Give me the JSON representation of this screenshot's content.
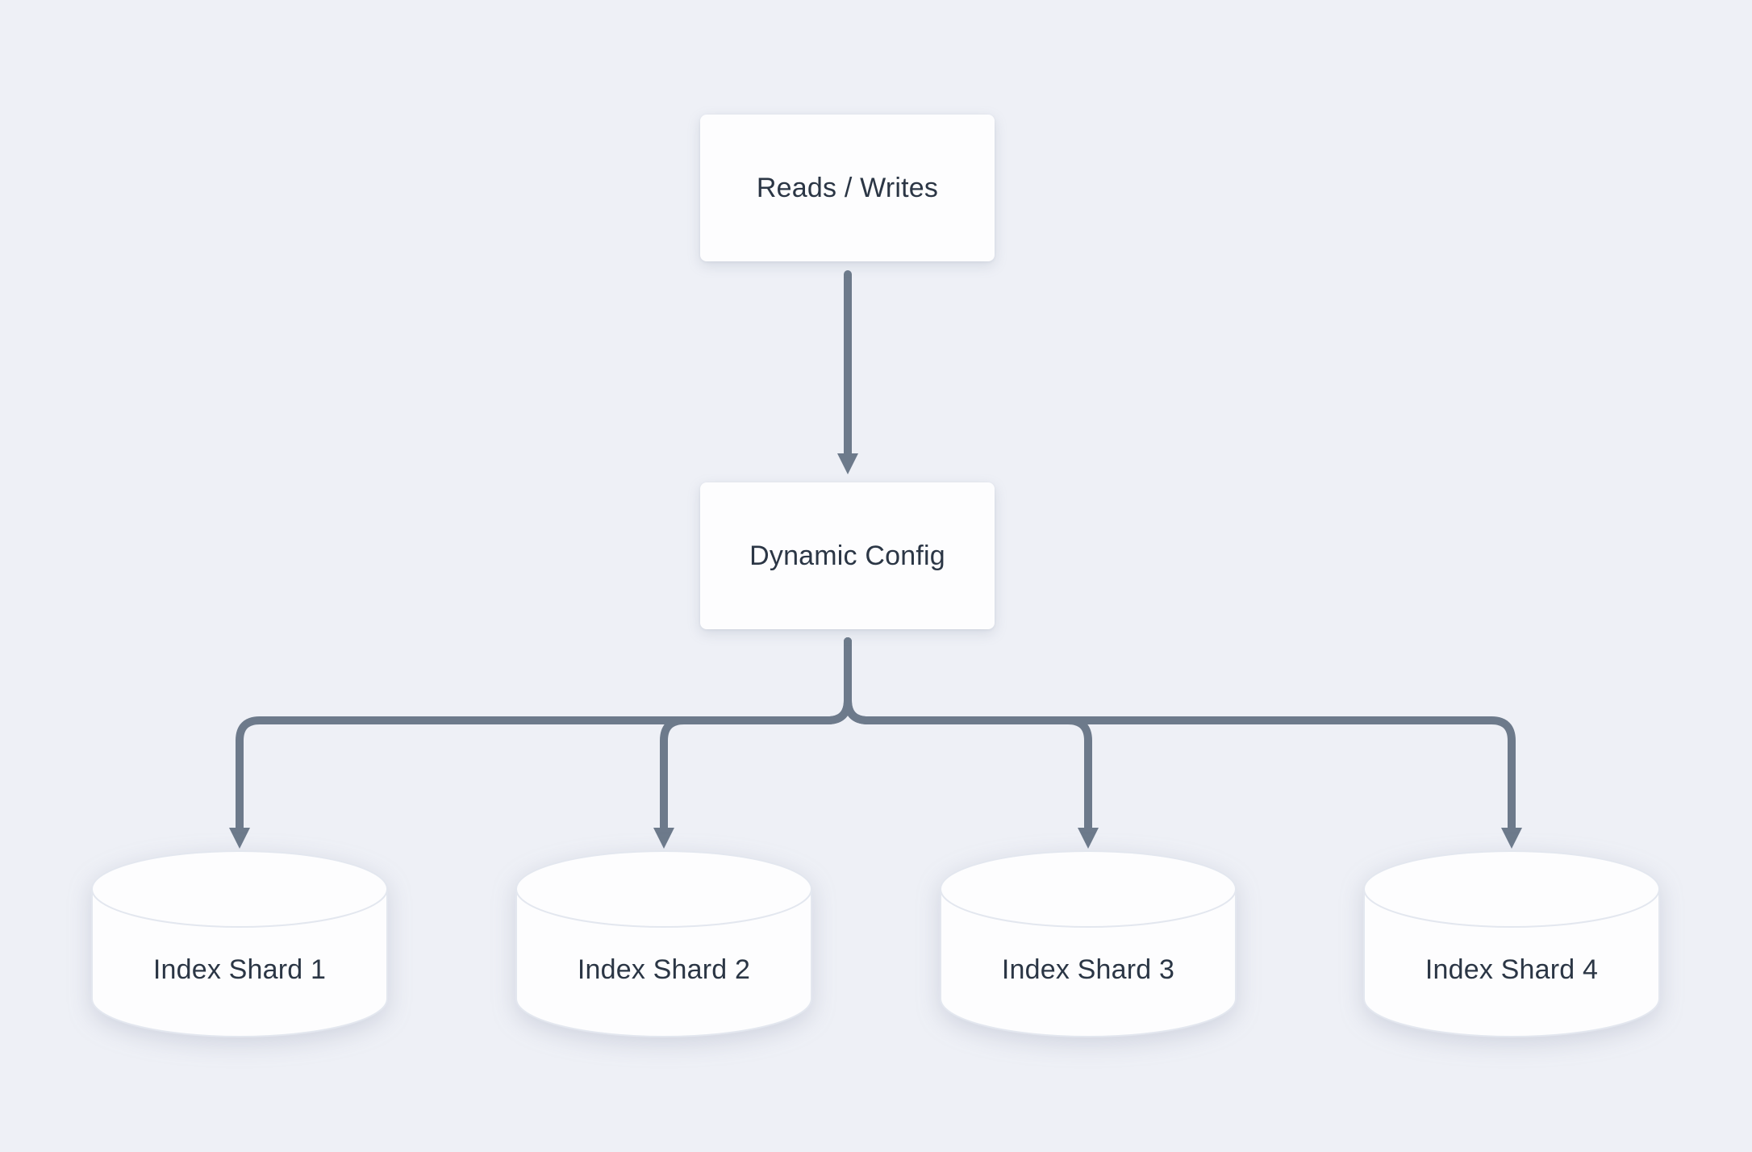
{
  "colors": {
    "background": "#eef0f6",
    "node_fill": "#fdfdfe",
    "node_text": "#2b3645",
    "connector": "#6d7a8b",
    "cylinder_stroke": "#e3e7ef"
  },
  "nodes": {
    "reads_writes": {
      "label": "Reads / Writes"
    },
    "dynamic_config": {
      "label": "Dynamic Config"
    },
    "shards": [
      {
        "label": "Index Shard 1"
      },
      {
        "label": "Index Shard 2"
      },
      {
        "label": "Index Shard 3"
      },
      {
        "label": "Index Shard 4"
      }
    ]
  }
}
